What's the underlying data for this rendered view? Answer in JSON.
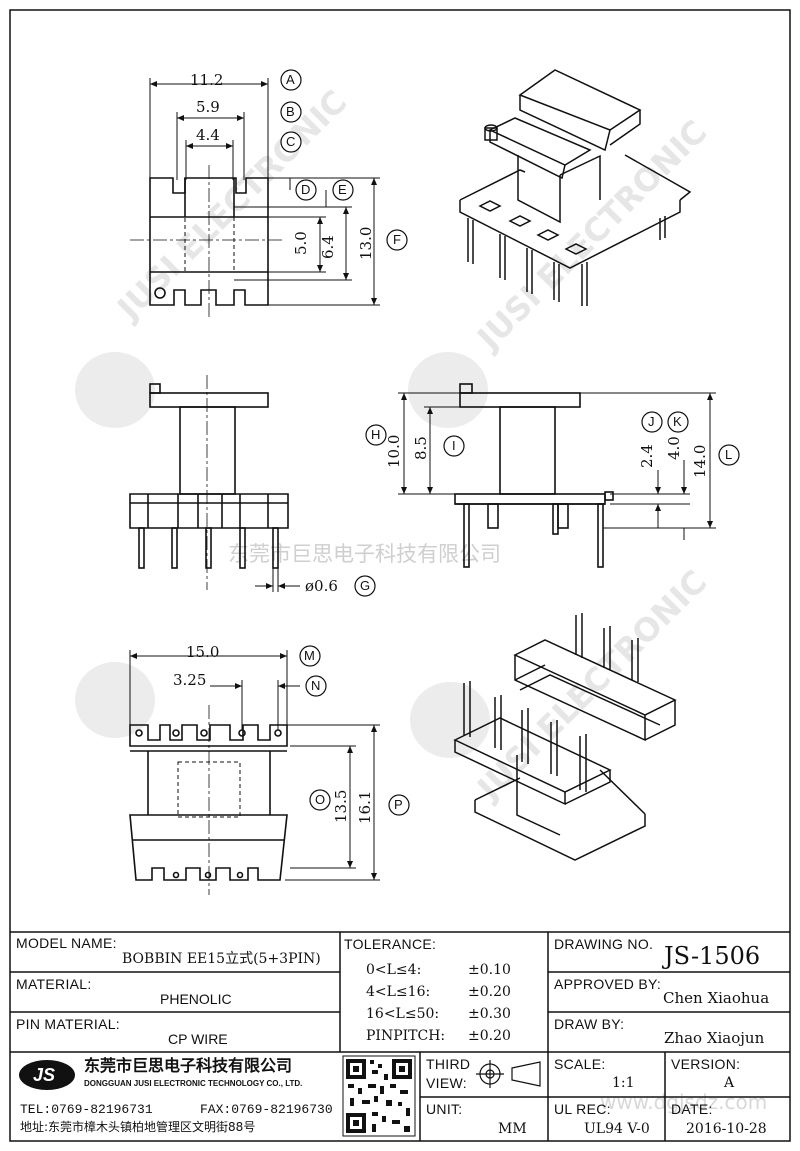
{
  "watermark": {
    "center_text": "东莞市巨思电子科技有限公司",
    "logo_text": "JS",
    "brand_text": "JUSI ELECTRONIC",
    "site_text": "www.dgjsdz.com"
  },
  "dimensions": {
    "top_view": {
      "A": "11.2",
      "B": "5.9",
      "C": "4.4",
      "D_E_F": [
        "5.0",
        "6.4",
        "13.0"
      ]
    },
    "side_view": {
      "pin": "ø0.6"
    },
    "front_view": {
      "H": "10.0",
      "I": "8.5",
      "J": "2.4",
      "K": "4.0",
      "L": "14.0"
    },
    "bottom_view": {
      "M": "15.0",
      "N": "3.25",
      "O": "13.5",
      "P": "16.1"
    }
  },
  "markers": [
    "A",
    "B",
    "C",
    "D",
    "E",
    "F",
    "G",
    "H",
    "I",
    "J",
    "K",
    "L",
    "M",
    "N",
    "O",
    "P"
  ],
  "title_block": {
    "model_name_label": "MODEL NAME:",
    "model_name_value": "BOBBIN EE15立式(5+3PIN)",
    "material_label": "MATERIAL:",
    "material_value": "PHENOLIC",
    "pin_material_label": "PIN MATERIAL:",
    "pin_material_value": "CP WIRE",
    "tolerance_label": "TOLERANCE:",
    "tolerances": [
      {
        "range": "0<L≤4:",
        "value": "±0.10"
      },
      {
        "range": "4<L≤16:",
        "value": "±0.20"
      },
      {
        "range": "16<L≤50:",
        "value": "±0.30"
      },
      {
        "range": "PINPITCH:",
        "value": "±0.20"
      }
    ],
    "drawing_no_label": "DRAWING NO.",
    "drawing_no_value": "JS-1506",
    "approved_by_label": "APPROVED BY:",
    "approved_by_value": "Chen Xiaohua",
    "draw_by_label": "DRAW BY:",
    "draw_by_value": "Zhao Xiaojun",
    "third_view_label_1": "THIRD",
    "third_view_label_2": "VIEW:",
    "unit_label": "UNIT:",
    "unit_value": "MM",
    "scale_label": "SCALE:",
    "scale_value": "1:1",
    "version_label": "VERSION:",
    "version_value": "A",
    "ul_rec_label": "UL REC:",
    "ul_rec_value": "UL94 V-0",
    "date_label": "DATE:",
    "date_value": "2016-10-28",
    "company_logo": "JS",
    "company_cn": "东莞市巨思电子科技有限公司",
    "company_en": "DONGGUAN JUSI ELECTRONIC TECHNOLOGY CO., LTD.",
    "tel": "TEL:0769-82196731",
    "fax": "FAX:0769-82196730",
    "address": "地址:东莞市樟木头镇柏地管理区文明街88号"
  }
}
